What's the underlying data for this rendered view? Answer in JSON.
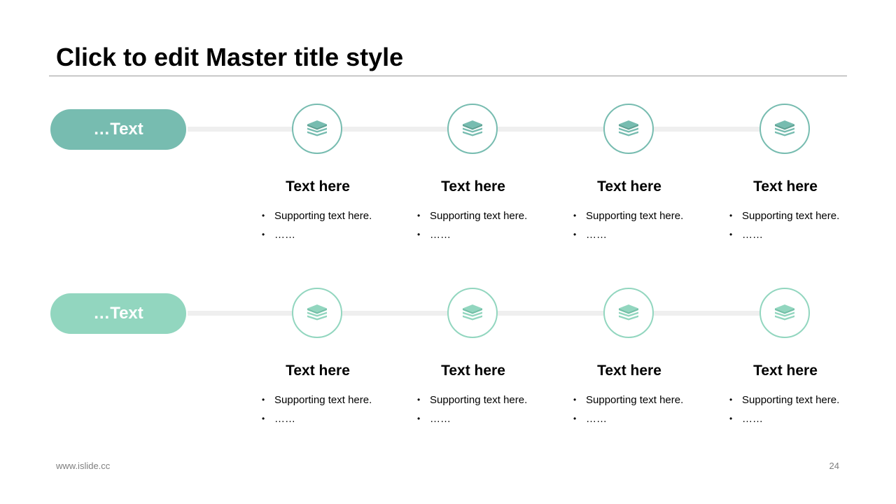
{
  "slide": {
    "title": "Click to edit Master title style",
    "footer_url": "www.islide.cc",
    "page_number": "24"
  },
  "colors": {
    "row1_accent": "#77bcb0",
    "row2_accent": "#92d6bf",
    "track": "#efefef",
    "title_rule": "#9a9a9a",
    "footer_text": "#7f7f7f"
  },
  "rows": [
    {
      "label": "…Text",
      "steps": [
        {
          "icon": "layers-icon",
          "title": "Text here",
          "bullets": [
            "Supporting text here.",
            "……"
          ]
        },
        {
          "icon": "layers-icon",
          "title": "Text here",
          "bullets": [
            "Supporting text here.",
            "……"
          ]
        },
        {
          "icon": "layers-icon",
          "title": "Text here",
          "bullets": [
            "Supporting text here.",
            "……"
          ]
        },
        {
          "icon": "layers-icon",
          "title": "Text here",
          "bullets": [
            "Supporting text here.",
            "……"
          ]
        }
      ]
    },
    {
      "label": "…Text",
      "steps": [
        {
          "icon": "layers-icon",
          "title": "Text here",
          "bullets": [
            "Supporting text here.",
            "……"
          ]
        },
        {
          "icon": "layers-icon",
          "title": "Text here",
          "bullets": [
            "Supporting text here.",
            "……"
          ]
        },
        {
          "icon": "layers-icon",
          "title": "Text here",
          "bullets": [
            "Supporting text here.",
            "……"
          ]
        },
        {
          "icon": "layers-icon",
          "title": "Text here",
          "bullets": [
            "Supporting text here.",
            "……"
          ]
        }
      ]
    }
  ]
}
